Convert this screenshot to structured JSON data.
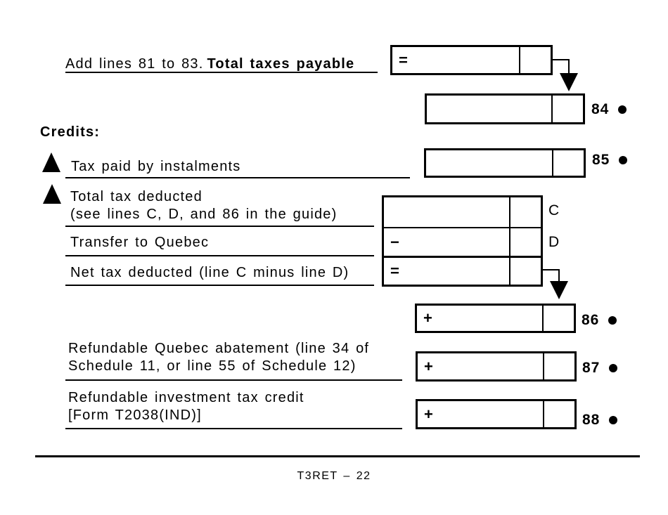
{
  "colors": {
    "ink": "#000000",
    "paper": "#ffffff"
  },
  "icons": {
    "bullet": "●",
    "flag_marker": "▲",
    "arrow_down": "▼"
  },
  "total_taxes": {
    "label_prefix": "Add lines 81 to 83.",
    "label_bold": "Total taxes payable",
    "operator": "="
  },
  "line_84": {
    "number": "84"
  },
  "credits": {
    "heading": "Credits:"
  },
  "line_85": {
    "label": "Tax paid by instalments",
    "number": "85"
  },
  "line_c": {
    "label_line1": "Total tax deducted",
    "label_line2": "(see lines C, D, and 86 in the guide)",
    "code": "C"
  },
  "line_d": {
    "label": "Transfer to Quebec",
    "operator": "−",
    "code": "D"
  },
  "line_net": {
    "label": "Net tax deducted (line C minus line D)",
    "operator": "="
  },
  "line_86": {
    "operator": "+",
    "number": "86"
  },
  "line_87": {
    "label_line1": "Refundable Quebec abatement (line 34 of",
    "label_line2": "Schedule 11, or line 55 of Schedule 12)",
    "operator": "+",
    "number": "87"
  },
  "line_88": {
    "label_line1": "Refundable investment tax credit",
    "label_line2": "[Form T2038(IND)]",
    "operator": "+",
    "number": "88"
  },
  "footer": {
    "page_label": "T3RET – 22"
  }
}
